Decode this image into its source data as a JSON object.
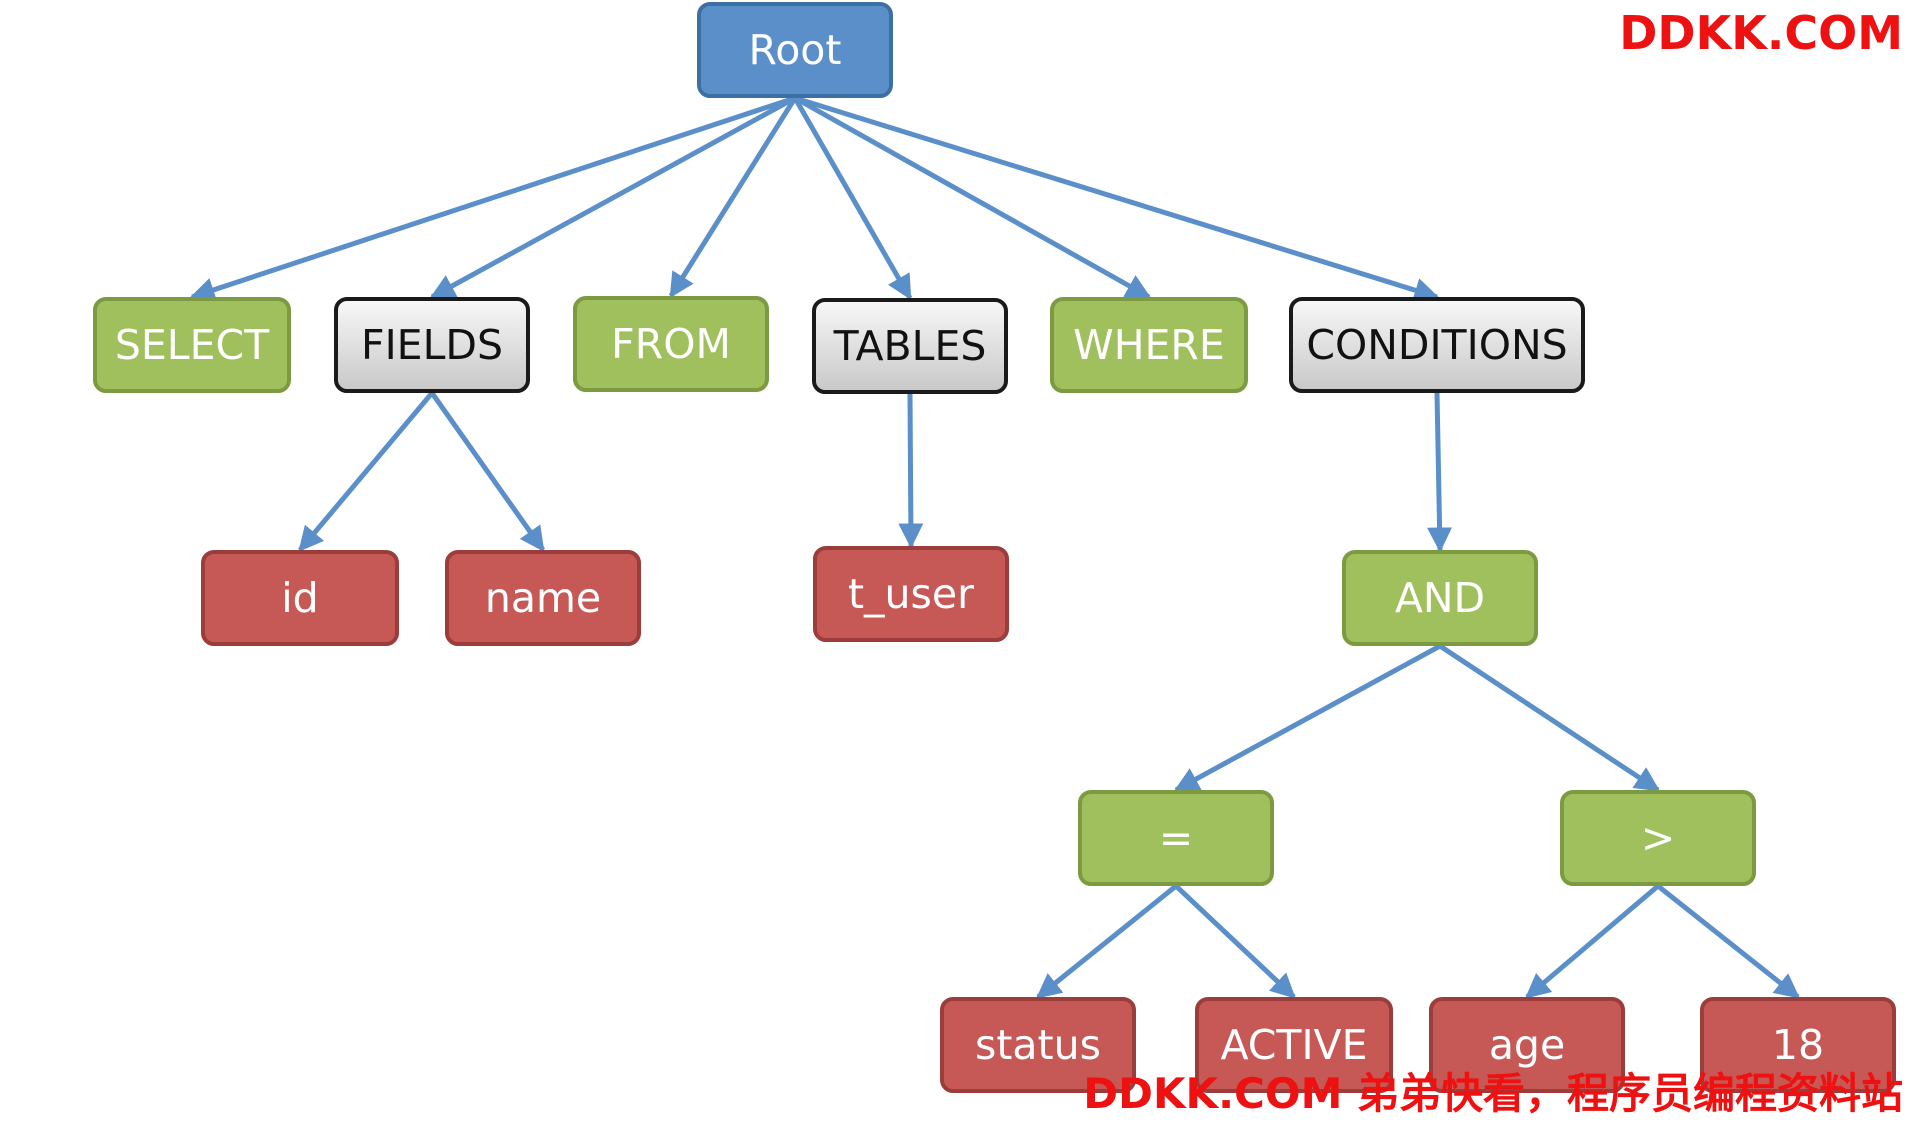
{
  "nodes": [
    {
      "id": "root",
      "label": "Root",
      "style": "blue"
    },
    {
      "id": "select",
      "label": "SELECT",
      "style": "green"
    },
    {
      "id": "fields",
      "label": "FIELDS",
      "style": "gray"
    },
    {
      "id": "from",
      "label": "FROM",
      "style": "green"
    },
    {
      "id": "tables",
      "label": "TABLES",
      "style": "gray"
    },
    {
      "id": "where",
      "label": "WHERE",
      "style": "green"
    },
    {
      "id": "conditions",
      "label": "CONDITIONS",
      "style": "gray"
    },
    {
      "id": "id",
      "label": "id",
      "style": "red"
    },
    {
      "id": "name",
      "label": "name",
      "style": "red"
    },
    {
      "id": "t_user",
      "label": "t_user",
      "style": "red"
    },
    {
      "id": "and",
      "label": "AND",
      "style": "green"
    },
    {
      "id": "eq",
      "label": "=",
      "style": "green"
    },
    {
      "id": "gt",
      "label": ">",
      "style": "green"
    },
    {
      "id": "status",
      "label": "status",
      "style": "red"
    },
    {
      "id": "active",
      "label": "ACTIVE",
      "style": "red"
    },
    {
      "id": "age",
      "label": "age",
      "style": "red"
    },
    {
      "id": "n18",
      "label": "18",
      "style": "red"
    }
  ],
  "edges": [
    [
      "root",
      "select"
    ],
    [
      "root",
      "fields"
    ],
    [
      "root",
      "from"
    ],
    [
      "root",
      "tables"
    ],
    [
      "root",
      "where"
    ],
    [
      "root",
      "conditions"
    ],
    [
      "fields",
      "id"
    ],
    [
      "fields",
      "name"
    ],
    [
      "tables",
      "t_user"
    ],
    [
      "conditions",
      "and"
    ],
    [
      "and",
      "eq"
    ],
    [
      "and",
      "gt"
    ],
    [
      "eq",
      "status"
    ],
    [
      "eq",
      "active"
    ],
    [
      "gt",
      "age"
    ],
    [
      "gt",
      "n18"
    ]
  ],
  "colors": {
    "edge": "#5b8fc9",
    "blue": "#5b8fc9",
    "green": "#9fc05c",
    "gray": "#d8d8d8",
    "red": "#c65956",
    "watermark": "#ee1111"
  },
  "watermark": {
    "top": "DDKK.COM",
    "bottom": "DDKK.COM 弟弟快看，程序员编程资料站"
  }
}
